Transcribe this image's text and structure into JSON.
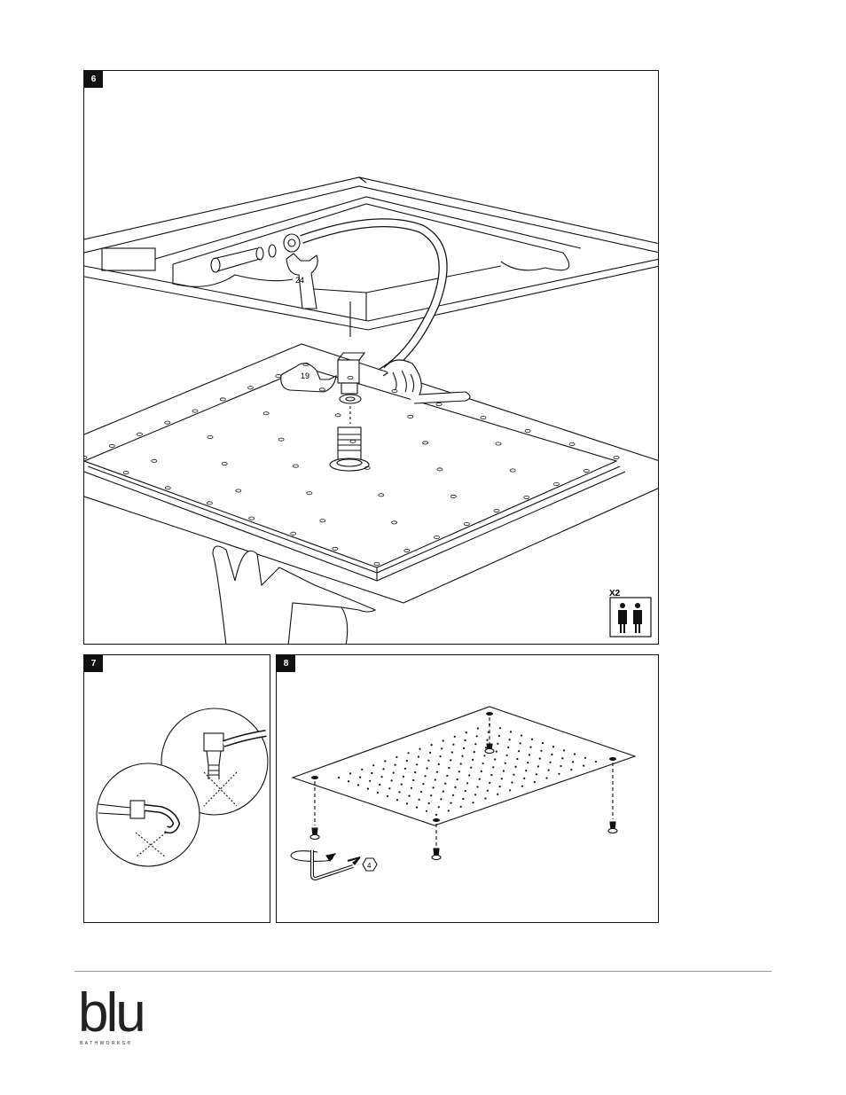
{
  "steps": {
    "step6": {
      "number": "6",
      "wrench_large_label": "24",
      "wrench_small_label": "19",
      "people_count_label": "X2",
      "people_icon": "two-people-icon"
    },
    "step7": {
      "number": "7",
      "icons": [
        "bent-hose-incorrect-icon",
        "kinked-hose-incorrect-icon"
      ]
    },
    "step8": {
      "number": "8",
      "hex_key_size_label": "4",
      "icons": [
        "screw-icon",
        "hex-key-icon",
        "rotation-arrow-icon"
      ]
    }
  },
  "footer": {
    "brand": "blu",
    "brand_sub": "BATHWORKS®"
  }
}
